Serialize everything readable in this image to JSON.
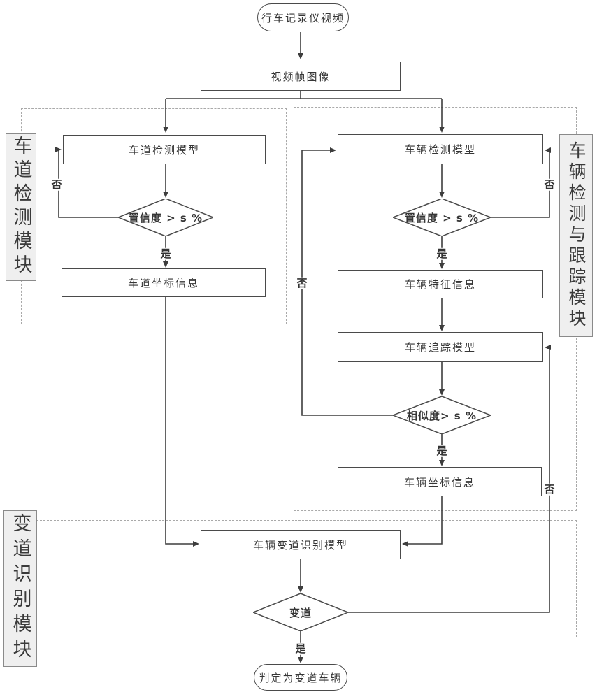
{
  "colors": {
    "line": "#3d3d3d",
    "box_border": "#4a4a4a",
    "dashed_border": "#a9a9a9",
    "module_label_bg": "#efefef",
    "text": "#363636"
  },
  "nodes": {
    "start": "行车记录仪视频",
    "video_frame": "视频帧图像",
    "lane_model": "车道检测模型",
    "lane_confidence": "置信度 > s %",
    "lane_output": "车道坐标信息",
    "vehicle_model": "车辆检测模型",
    "vehicle_confidence": "置信度 > s %",
    "vehicle_feature": "车辆特征信息",
    "vehicle_track": "车辆追踪模型",
    "vehicle_similarity": "相似度> s %",
    "vehicle_output": "车辆坐标信息",
    "change_model": "车辆变道识别模型",
    "change_decision": "变道",
    "end": "判定为变道车辆"
  },
  "modules": {
    "lane": "车道检测模块",
    "vehicle": "车辆检测与跟踪模块",
    "change": "变道识别模块"
  },
  "edge_labels": {
    "yes": "是",
    "no": "否"
  }
}
